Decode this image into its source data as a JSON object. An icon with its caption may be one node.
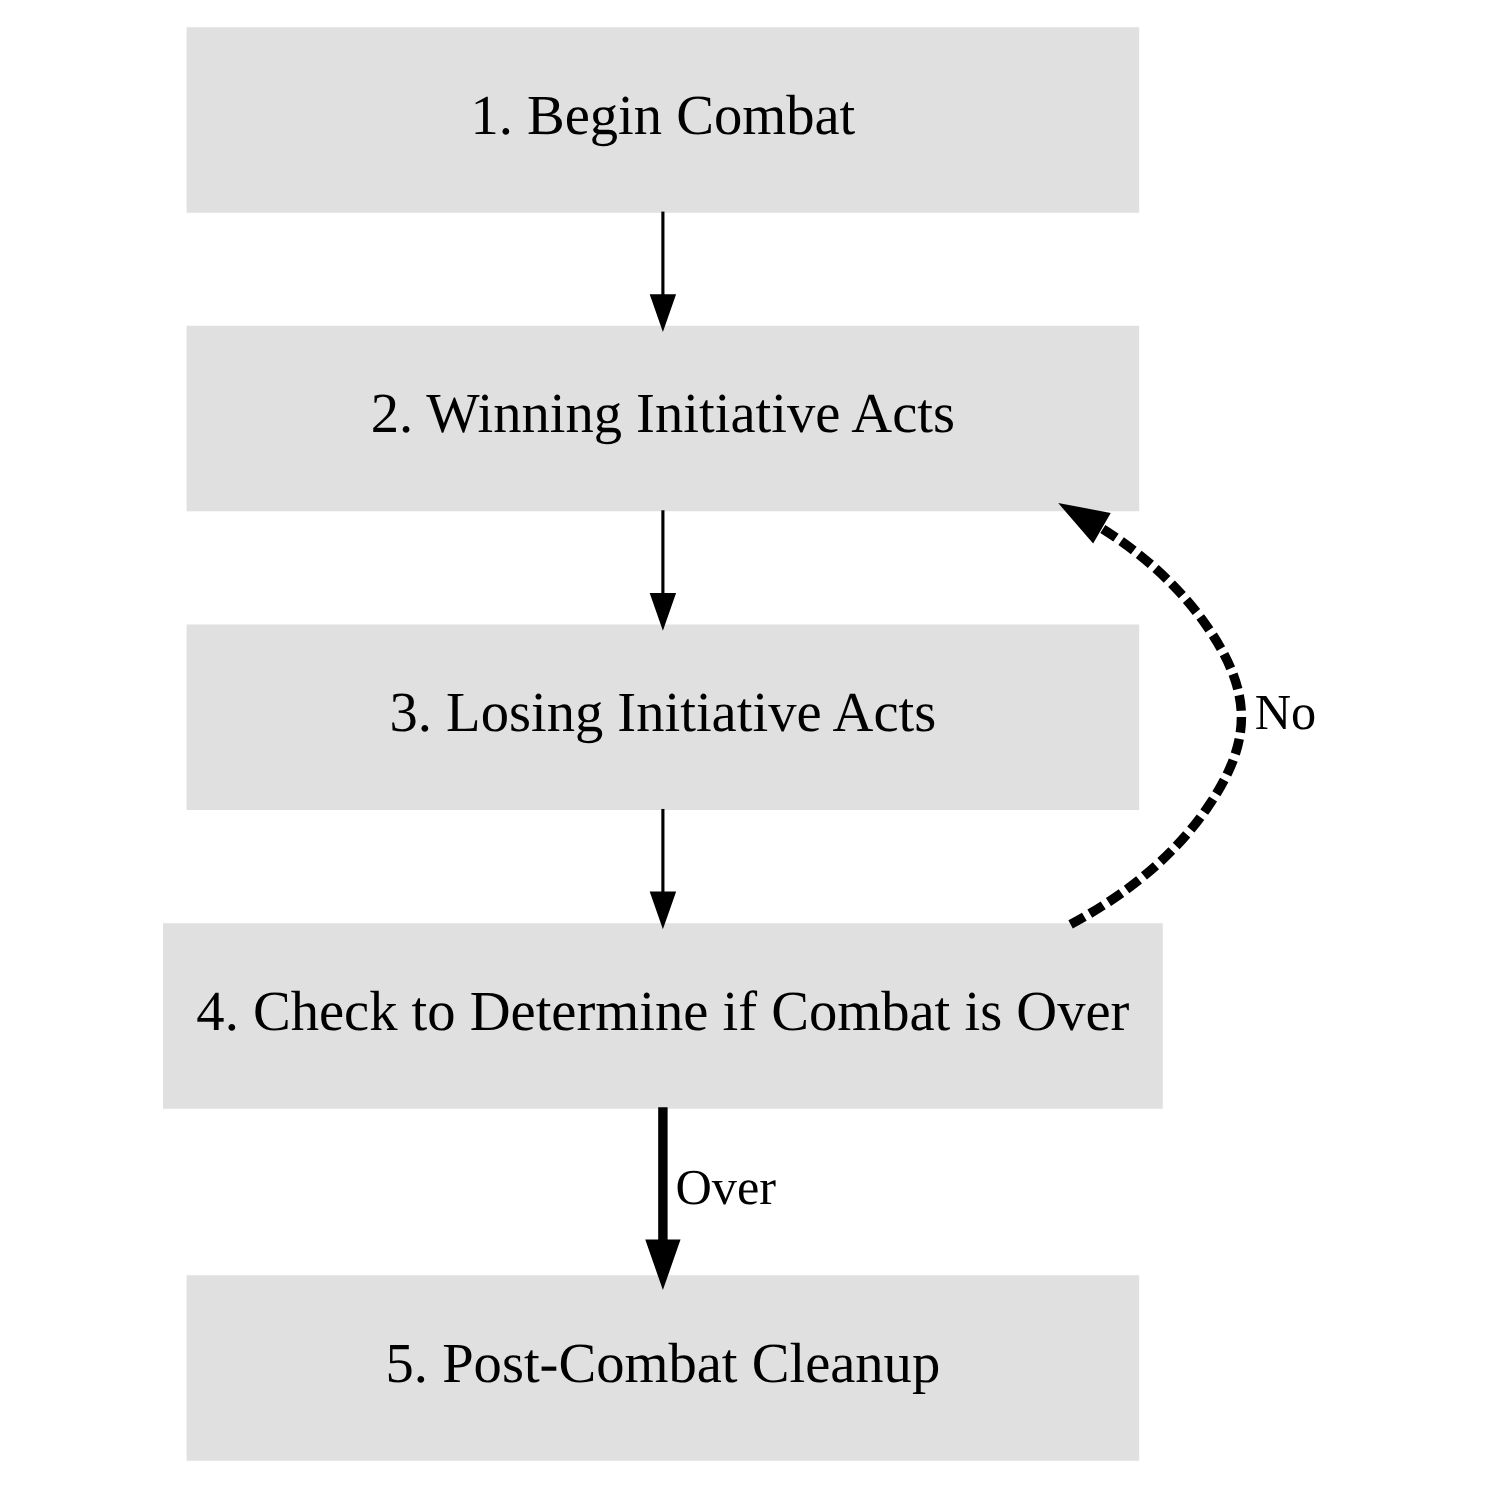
{
  "diagram": {
    "nodes": [
      {
        "text": [
          "1. Begin Combat"
        ]
      },
      {
        "text": [
          "2. Winning Initiative Acts"
        ]
      },
      {
        "text": [
          "3. Losing Initiative Acts"
        ]
      },
      {
        "text": [
          "4. Check to Determine if Combat is Over"
        ]
      },
      {
        "text": [
          "5. Post-Combat Cleanup"
        ]
      }
    ],
    "edges": [
      {
        "from": 0,
        "to": 1,
        "arrow": "to"
      },
      {
        "from": 1,
        "to": 2,
        "arrow": "to"
      },
      {
        "from": 2,
        "to": 3,
        "arrow": "to"
      },
      {
        "from": 3,
        "to": 1,
        "arrow": "to",
        "label": "No",
        "style": "dashed"
      },
      {
        "from": 3,
        "to": 4,
        "arrow": "to",
        "label": "Over",
        "style": "thick"
      }
    ]
  }
}
